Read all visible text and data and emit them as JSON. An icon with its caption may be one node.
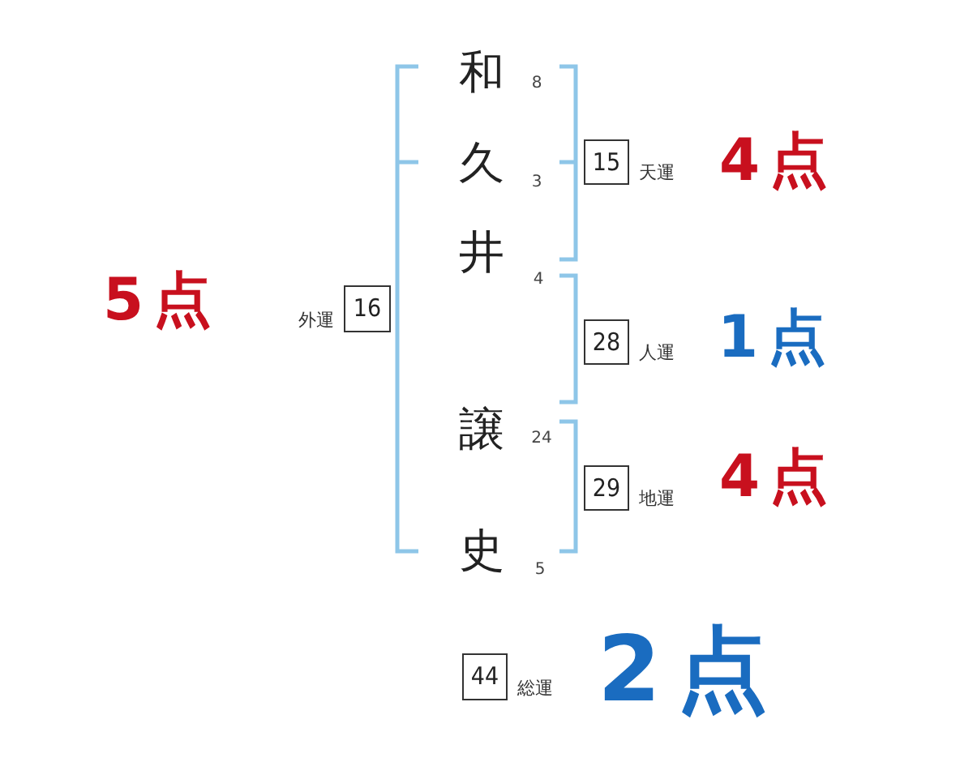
{
  "diagram": {
    "nodes": [
      {
        "text": [
          "16"
        ],
        "beside": [
          "外運"
        ]
      },
      {
        "text": [
          "15"
        ],
        "beside": [
          "天運"
        ]
      },
      {
        "text": [
          "28"
        ],
        "beside": [
          "人運"
        ]
      },
      {
        "text": [
          "29"
        ],
        "beside": [
          "地運"
        ]
      },
      {
        "text": [
          "44"
        ],
        "beside": [
          "総運"
        ]
      }
    ],
    "labels": [
      "和",
      "8",
      "久",
      "3",
      "井",
      "4",
      "譲",
      "24",
      "史",
      "5",
      "5点",
      "4点",
      "1点",
      "4点",
      "2点"
    ]
  }
}
